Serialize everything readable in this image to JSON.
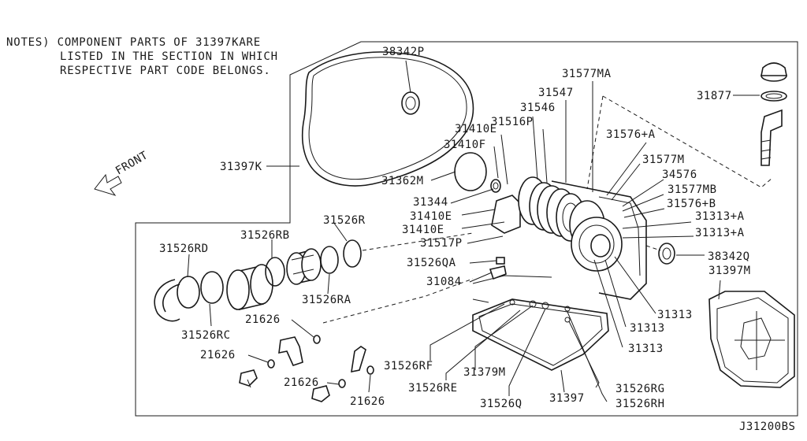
{
  "notes": [
    "NOTES) COMPONENT PARTS OF 31397KARE",
    "LISTED IN THE SECTION IN WHICH",
    "RESPECTIVE PART CODE BELONGS."
  ],
  "front_label": "FRONT",
  "diagram_code": "J31200BS",
  "labels": {
    "l38342P": "38342P",
    "l31577MA": "31577MA",
    "l31547": "31547",
    "l31546": "31546",
    "l31516P": "31516P",
    "l31410E_a": "31410E",
    "l31410F": "31410F",
    "l31877": "31877",
    "l31576A": "31576+A",
    "l31577M": "31577M",
    "l34576": "34576",
    "l31577MB": "31577MB",
    "l31576B": "31576+B",
    "l31313A_1": "31313+A",
    "l31313A_2": "31313+A",
    "l31397K": "31397K",
    "l31362M": "31362M",
    "l31344": "31344",
    "l31410E_b": "31410E",
    "l31410E_c": "31410E",
    "l31517P": "31517P",
    "l31526R": "31526R",
    "l31526RB": "31526RB",
    "l31526RD": "31526RD",
    "l31526QA": "31526QA",
    "l31084": "31084",
    "l38342Q": "38342Q",
    "l31397M": "31397M",
    "l31526RA": "31526RA",
    "l31526RC": "31526RC",
    "l21626_a": "21626",
    "l21626_b": "21626",
    "l21626_c": "21626",
    "l21626_d": "21626",
    "l31526RF": "31526RF",
    "l31379M": "31379M",
    "l31526RE": "31526RE",
    "l31526Q": "31526Q",
    "l31397": "31397",
    "l31526RG": "31526RG",
    "l31526RH": "31526RH",
    "l31313_1": "31313",
    "l31313_2": "31313",
    "l31313_3": "31313"
  }
}
